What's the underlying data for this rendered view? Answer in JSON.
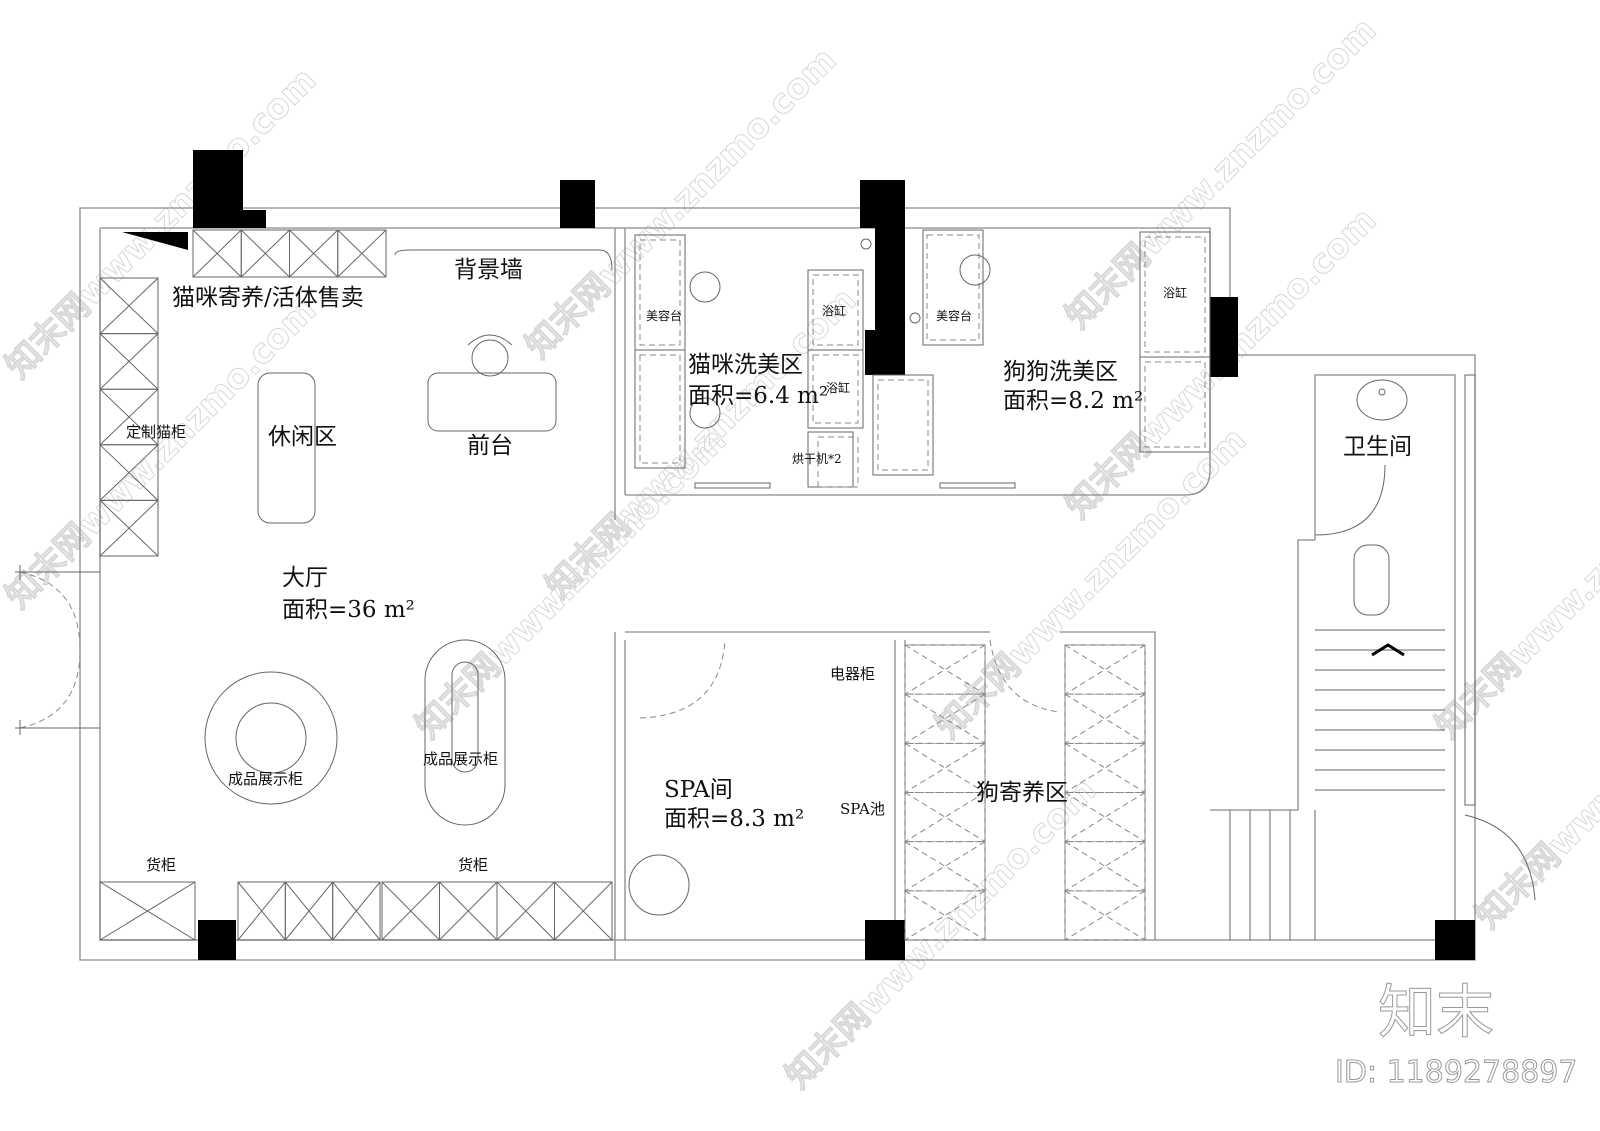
{
  "plan": {
    "labels": {
      "background_wall": "背景墙",
      "cat_boarding": "猫咪寄养/活体售卖",
      "custom_cat_cabinet": "定制猫柜",
      "lounge": "休闲区",
      "front_desk": "前台",
      "lobby": "大厅",
      "lobby_area": "面积=36 m²",
      "display_cabinet_1": "成品展示柜",
      "display_cabinet_2": "成品展示柜",
      "goods_cabinet_1": "货柜",
      "goods_cabinet_2": "货柜",
      "grooming_table_1": "美容台",
      "grooming_table_2": "美容台",
      "bathtub_1": "浴缸",
      "bathtub_2": "浴缸",
      "bathtub_3": "浴缸",
      "cat_grooming": "猫咪洗美区",
      "cat_grooming_area": "面积=6.4 m²",
      "dryer": "烘干机*2",
      "dog_grooming": "狗狗洗美区",
      "dog_grooming_area": "面积=8.2 m²",
      "restroom": "卫生间",
      "appliance_cabinet": "电器柜",
      "spa_room": "SPA间",
      "spa_area": "面积=8.3 m²",
      "spa_pool": "SPA池",
      "dog_boarding": "狗寄养区"
    },
    "watermark": {
      "text": "知末网www.znzmo.com",
      "logo": "知末",
      "id": "ID: 1189278897"
    }
  }
}
